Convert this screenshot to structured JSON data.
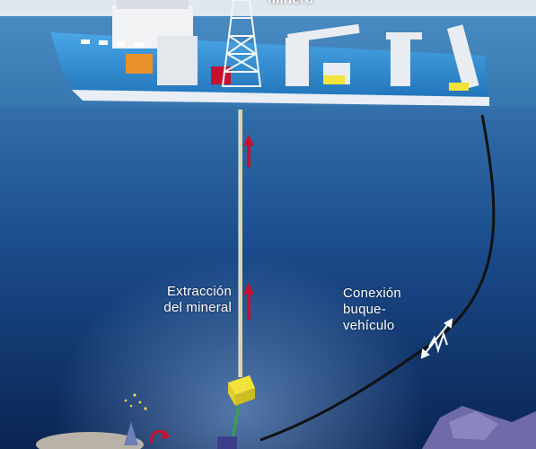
{
  "labels": {
    "top_partial": "minero",
    "extraction": [
      "Extracción",
      "del mineral"
    ],
    "connection": [
      "Conexión",
      "buque-",
      "vehículo"
    ]
  },
  "colors": {
    "sky": "#dfe7ef",
    "sea_surface": "#3f83bd",
    "deep_sea": "#0b2a5a",
    "hull": "#3a93d6",
    "arrow": "#c8102e",
    "riser": "#d8d4b0",
    "collector": "#f2e23a",
    "cable": "#111111"
  },
  "icons": [
    "ship",
    "drilling-derrick",
    "crane",
    "riser-pipe",
    "up-arrow",
    "collector-module",
    "umbilical-cable",
    "vibration-icon",
    "seafloor-rocks",
    "hydrothermal-vent"
  ]
}
